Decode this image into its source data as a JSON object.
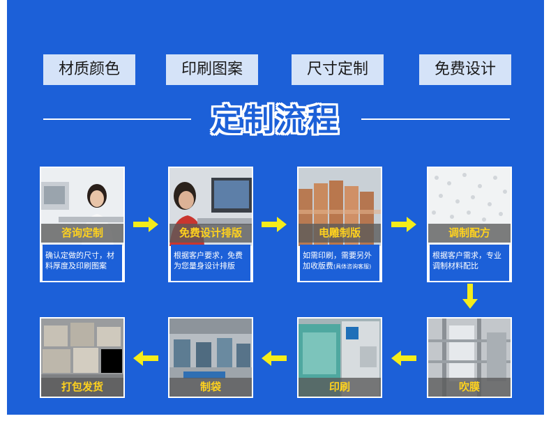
{
  "tags": [
    "材质颜色",
    "印刷图案",
    "尺寸定制",
    "免费设计"
  ],
  "title": "定制流程",
  "steps": [
    {
      "label": "咨询定制",
      "desc": "确认定做的尺寸，材料厚度及印刷图案",
      "desc_small": ""
    },
    {
      "label": "免费设计排版",
      "desc": "根据客户要求，免费为您量身设计排版",
      "desc_small": ""
    },
    {
      "label": "电雕制版",
      "desc": "如需印刷，需要另外加收版费",
      "desc_small": "(具体咨询客服)"
    },
    {
      "label": "调制配方",
      "desc": "根据客户需求，专业调制材料配比",
      "desc_small": ""
    },
    {
      "label": "吹膜"
    },
    {
      "label": "印刷"
    },
    {
      "label": "制袋"
    },
    {
      "label": "打包发货"
    }
  ],
  "colors": {
    "background": "#1c60d8",
    "tag_bg": "#d5e3f8",
    "label_text": "#ffd21e",
    "arrow": "#f5ec1a"
  }
}
